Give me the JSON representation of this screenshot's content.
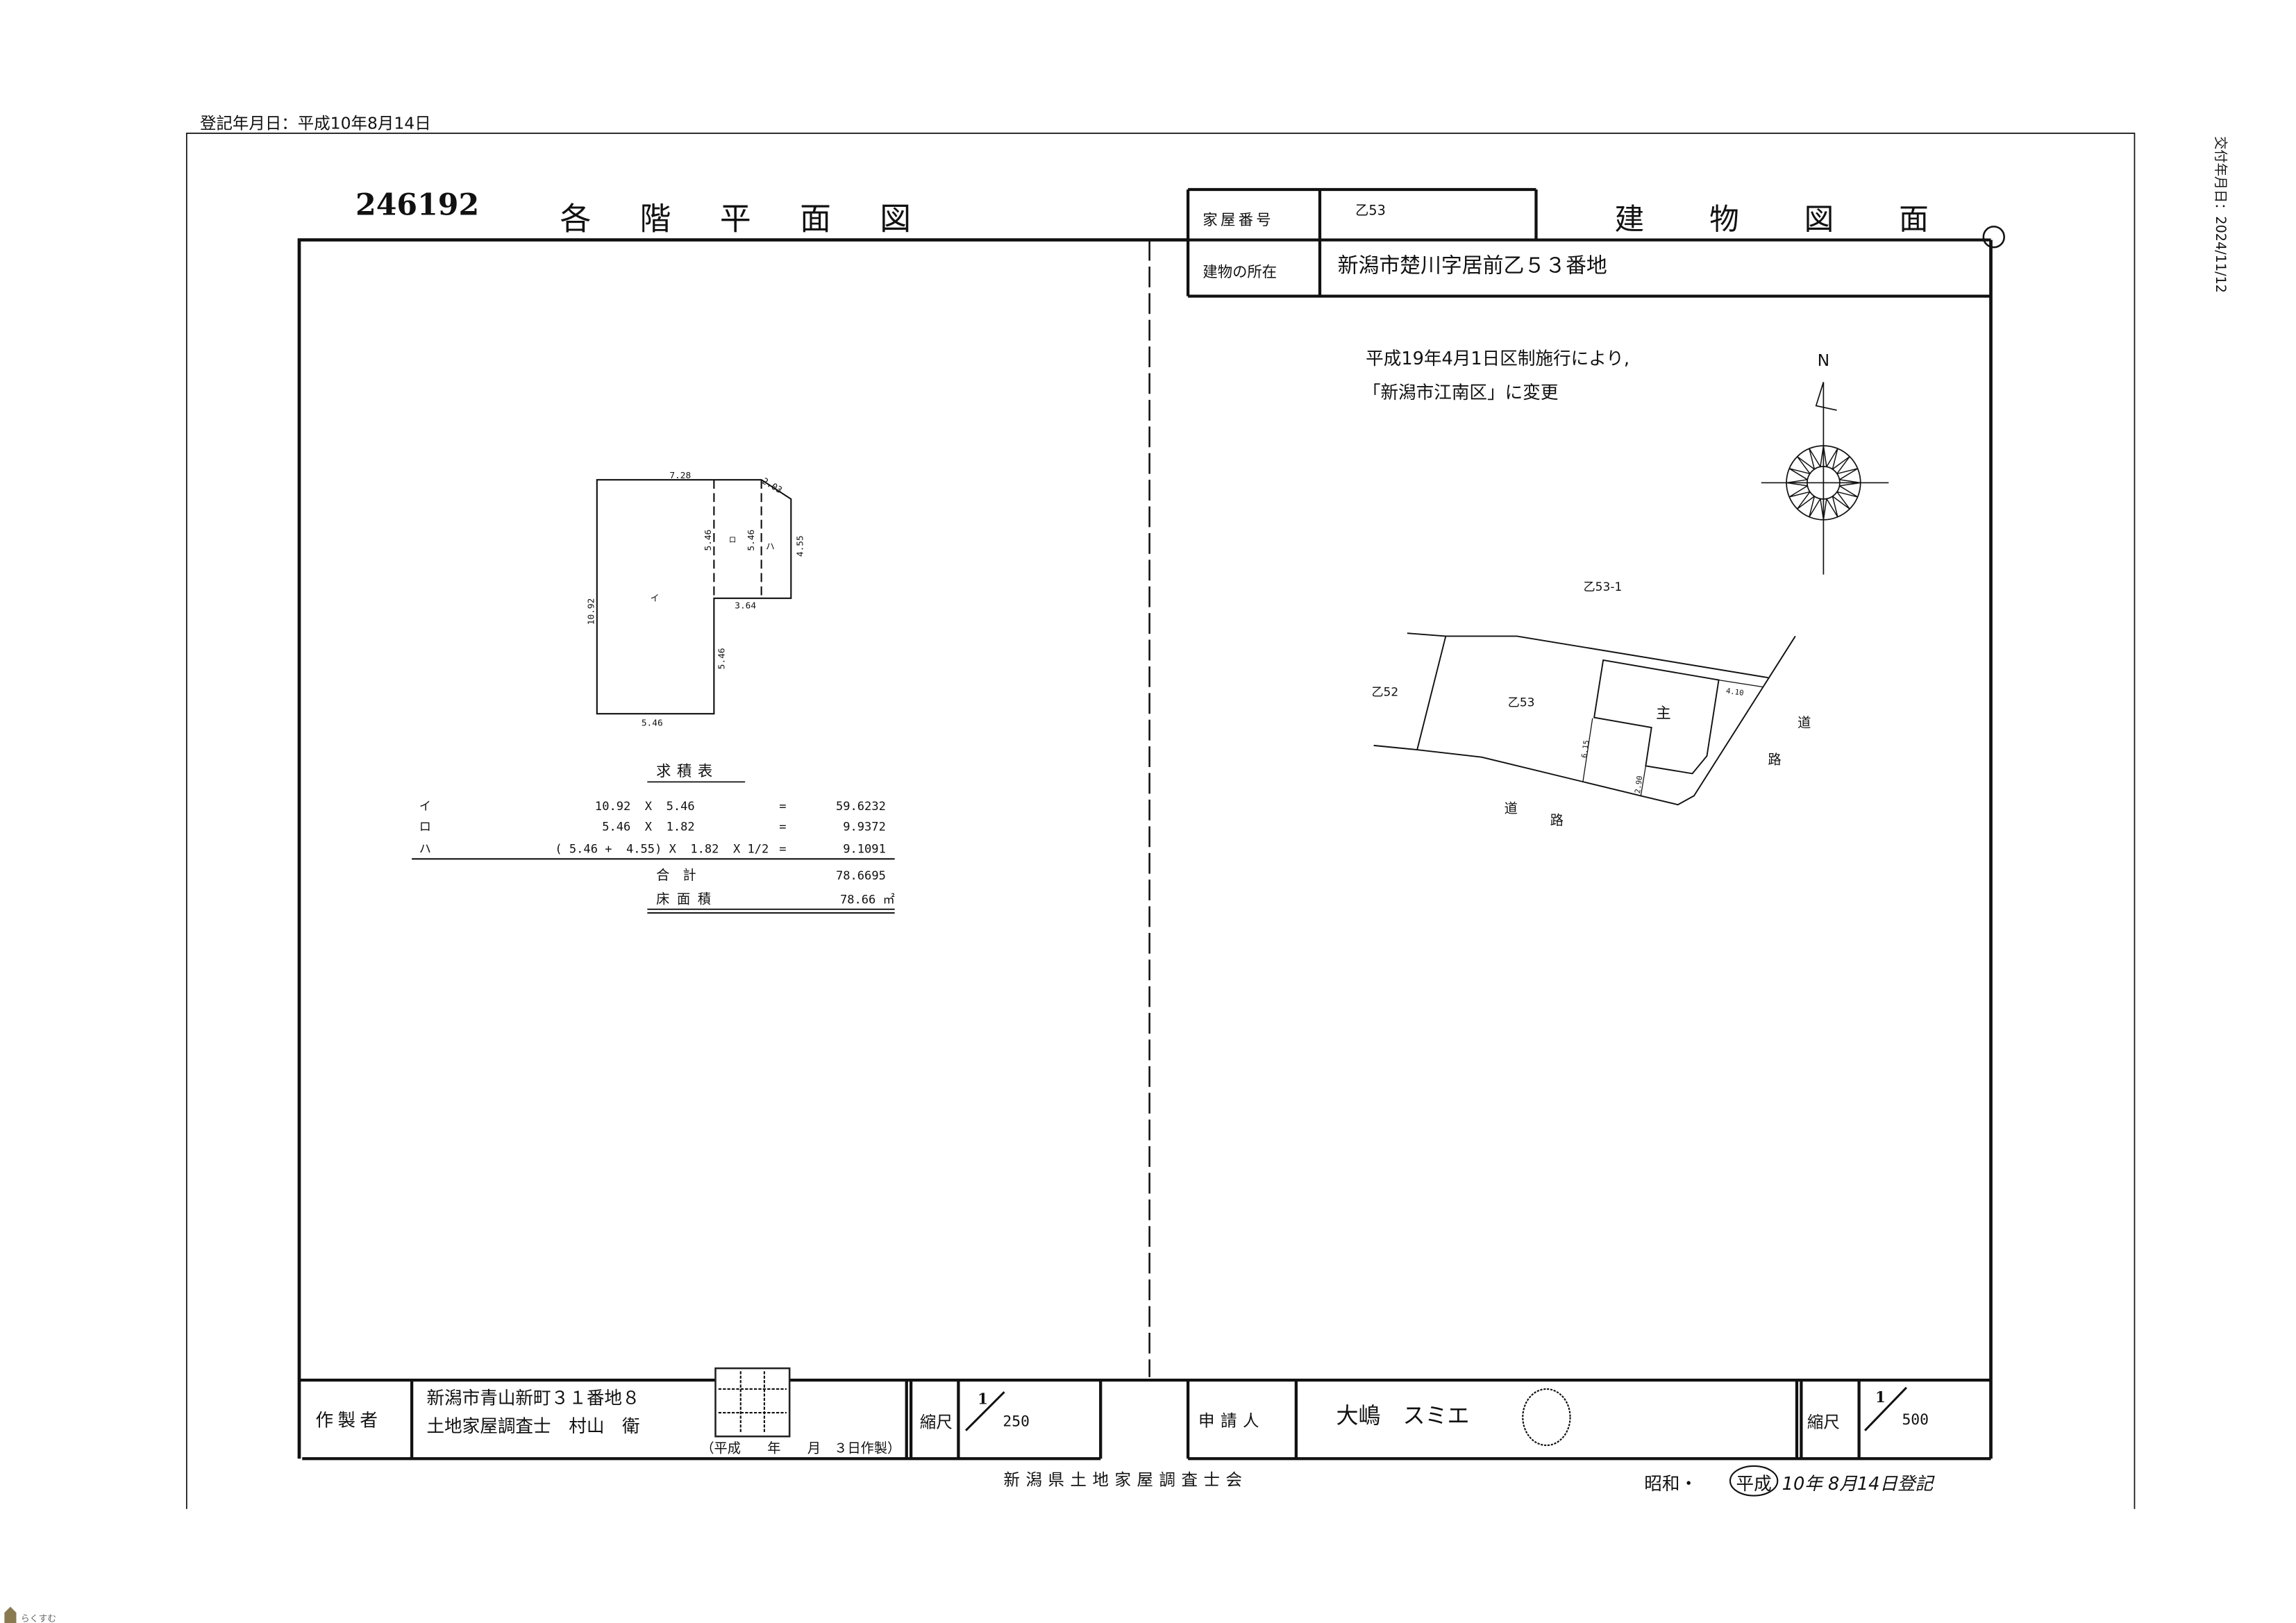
{
  "header": {
    "registration_date": "登記年月日：平成10年8月14日",
    "issue_date_vertical": "交付年月日：2024/11/12",
    "watermark": "らくすむ"
  },
  "floor_plan": {
    "doc_number": "246192",
    "title": "各階平面図",
    "dimensions": {
      "top": "7.28",
      "slant": "2.03",
      "left": "10.92",
      "bottom": "5.46",
      "right_lower": "5.46",
      "inner_1": "5.46",
      "inner_2": "5.46",
      "step": "3.64",
      "right_upper": "4.55"
    },
    "sections": [
      "イ",
      "ロ",
      "ハ"
    ],
    "area_table": {
      "title": "求積表",
      "rows": [
        {
          "label": "イ",
          "expr": "10.92  X  5.46",
          "eq": "=",
          "value": "59.6232"
        },
        {
          "label": "ロ",
          "expr": "5.46  X  1.82",
          "eq": "=",
          "value": "9.9372"
        },
        {
          "label": "ハ",
          "expr": "( 5.46 +  4.55) X  1.82  X 1/2",
          "eq": "=",
          "value": "9.1091"
        }
      ],
      "total_label": "合　計",
      "total_value": "78.6695",
      "floor_area_label": "床面積",
      "floor_area_value": "78.66 ㎡"
    },
    "maker": {
      "label": "作製者",
      "address": "新潟市青山新町３１番地８",
      "name": "土地家屋調査士　村山　衛",
      "date": "（平成　　年　　月　３日作製）"
    },
    "scale": {
      "label": "縮尺",
      "numerator": "1",
      "denominator": "250"
    }
  },
  "building_plan": {
    "title": "建物図面",
    "house_number_label": "家屋番号",
    "house_number": "乙53",
    "location_label": "建物の所在",
    "location": "新潟市楚川字居前乙５３番地",
    "note_line1": "平成19年4月1日区制施行により,",
    "note_line2": "「新潟市江南区」に変更",
    "north": "N",
    "site_labels": {
      "north_lot": "乙53-1",
      "west_lot": "乙52",
      "this_lot": "乙53",
      "main_building": "主",
      "road_char1": "道",
      "road_char2": "路"
    },
    "site_dimensions": {
      "d1": "6.15",
      "d2": "2.90",
      "d3": "4.10"
    },
    "applicant": {
      "label": "申請人",
      "name": "大嶋　スミエ"
    },
    "scale": {
      "label": "縮尺",
      "numerator": "1",
      "denominator": "500"
    }
  },
  "footer": {
    "association": "新潟県土地家屋調査士会",
    "era_prefix": "昭和・",
    "era": "平成",
    "registered": "10年 8月14日登記"
  }
}
